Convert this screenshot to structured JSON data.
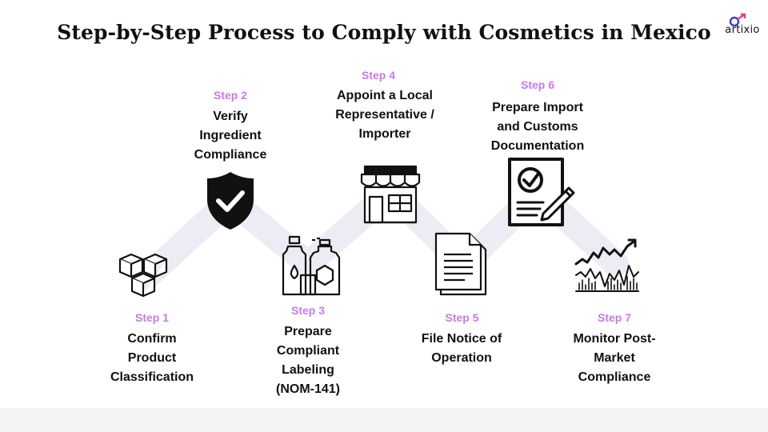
{
  "title": "Step-by-Step Process to Comply with Cosmetics in Mexico",
  "brand": {
    "name": "artixio",
    "colors": {
      "blue": "#3b3fc8",
      "pink": "#e8407a"
    }
  },
  "accent_color": "#c879e6",
  "connector_color": "#ececf4",
  "steps": [
    {
      "label": "Step 1",
      "title": "Confirm Product Classification",
      "icon": "boxes-icon"
    },
    {
      "label": "Step 2",
      "title": "Verify Ingredient Compliance",
      "icon": "shield-check-icon"
    },
    {
      "label": "Step 3",
      "title": "Prepare Compliant Labeling (NOM-141)",
      "icon": "cosmetic-bottles-icon"
    },
    {
      "label": "Step 4",
      "title": "Appoint a Local Representative / Importer",
      "icon": "storefront-icon"
    },
    {
      "label": "Step 5",
      "title": "File Notice of Operation",
      "icon": "document-icon"
    },
    {
      "label": "Step 6",
      "title": "Prepare Import and Customs Documentation",
      "icon": "checklist-form-icon"
    },
    {
      "label": "Step 7",
      "title": "Monitor Post-Market Compliance",
      "icon": "market-chart-icon"
    }
  ]
}
